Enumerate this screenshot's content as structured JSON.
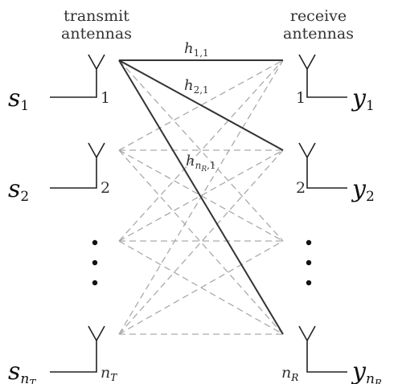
{
  "headers": {
    "transmit_line1": "transmit",
    "transmit_line2": "antennas",
    "receive_line1": "receive",
    "receive_line2": "antennas"
  },
  "transmit": [
    {
      "symbol": "s",
      "subscript": "1",
      "subscript2": "",
      "antenna_label": "1",
      "antenna_label_sub": ""
    },
    {
      "symbol": "s",
      "subscript": "2",
      "subscript2": "",
      "antenna_label": "2",
      "antenna_label_sub": ""
    },
    {
      "symbol": "s",
      "subscript": "n",
      "subscript2": "T",
      "antenna_label": "n",
      "antenna_label_sub": "T"
    }
  ],
  "receive": [
    {
      "symbol": "y",
      "subscript": "1",
      "subscript2": "",
      "antenna_label": "1",
      "antenna_label_sub": ""
    },
    {
      "symbol": "y",
      "subscript": "2",
      "subscript2": "",
      "antenna_label": "2",
      "antenna_label_sub": ""
    },
    {
      "symbol": "y",
      "subscript": "n",
      "subscript2": "R",
      "antenna_label": "n",
      "antenna_label_sub": "R"
    }
  ],
  "channel_labels": [
    {
      "base": "h",
      "sub": "1,1",
      "sub2": ""
    },
    {
      "base": "h",
      "sub": "2,1",
      "sub2": ""
    },
    {
      "base": "h",
      "sub": "n",
      "sub2": "R",
      "sub3": ",1"
    }
  ],
  "ellipsis_rows": "⋮",
  "colors": {
    "solid_link": "#333333",
    "dashed_link": "#aaaaaa",
    "text": "#111111"
  }
}
